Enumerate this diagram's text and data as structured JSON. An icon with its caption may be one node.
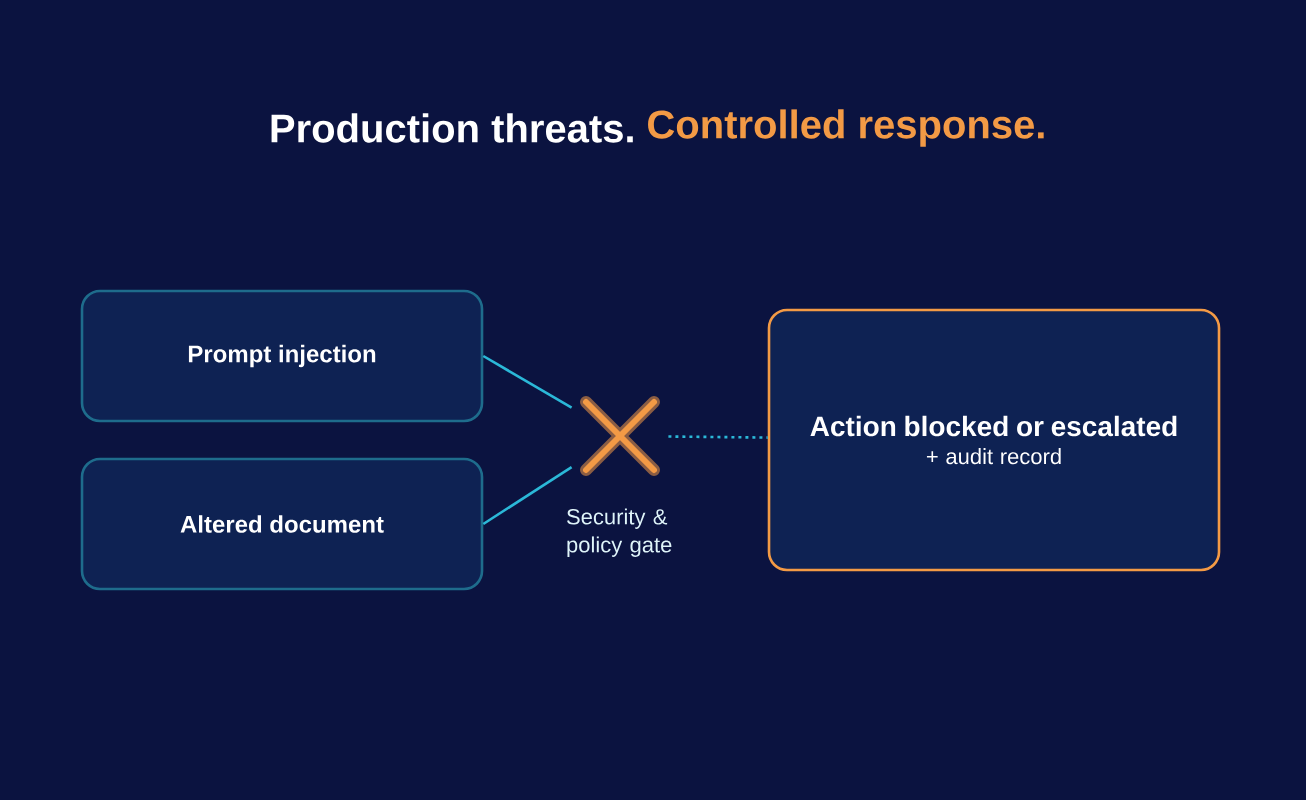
{
  "diagram": {
    "title": "Production threats.",
    "nodes": [
      {
        "text": [
          "Prompt injection"
        ]
      },
      {
        "text": [
          "Altered document"
        ]
      },
      {
        "text": [],
        "shape": "cross",
        "beside": [
          "Security & policy gate"
        ]
      },
      {
        "text": [
          "Action blocked or escalated",
          "+ audit record"
        ]
      }
    ],
    "edges": [
      {
        "from": 0,
        "to": 2,
        "arrow": "none"
      },
      {
        "from": 1,
        "to": 2,
        "arrow": "none"
      },
      {
        "from": 2,
        "to": 3,
        "arrow": "none",
        "style": "dashed"
      }
    ],
    "labels": [
      "Controlled response."
    ]
  }
}
